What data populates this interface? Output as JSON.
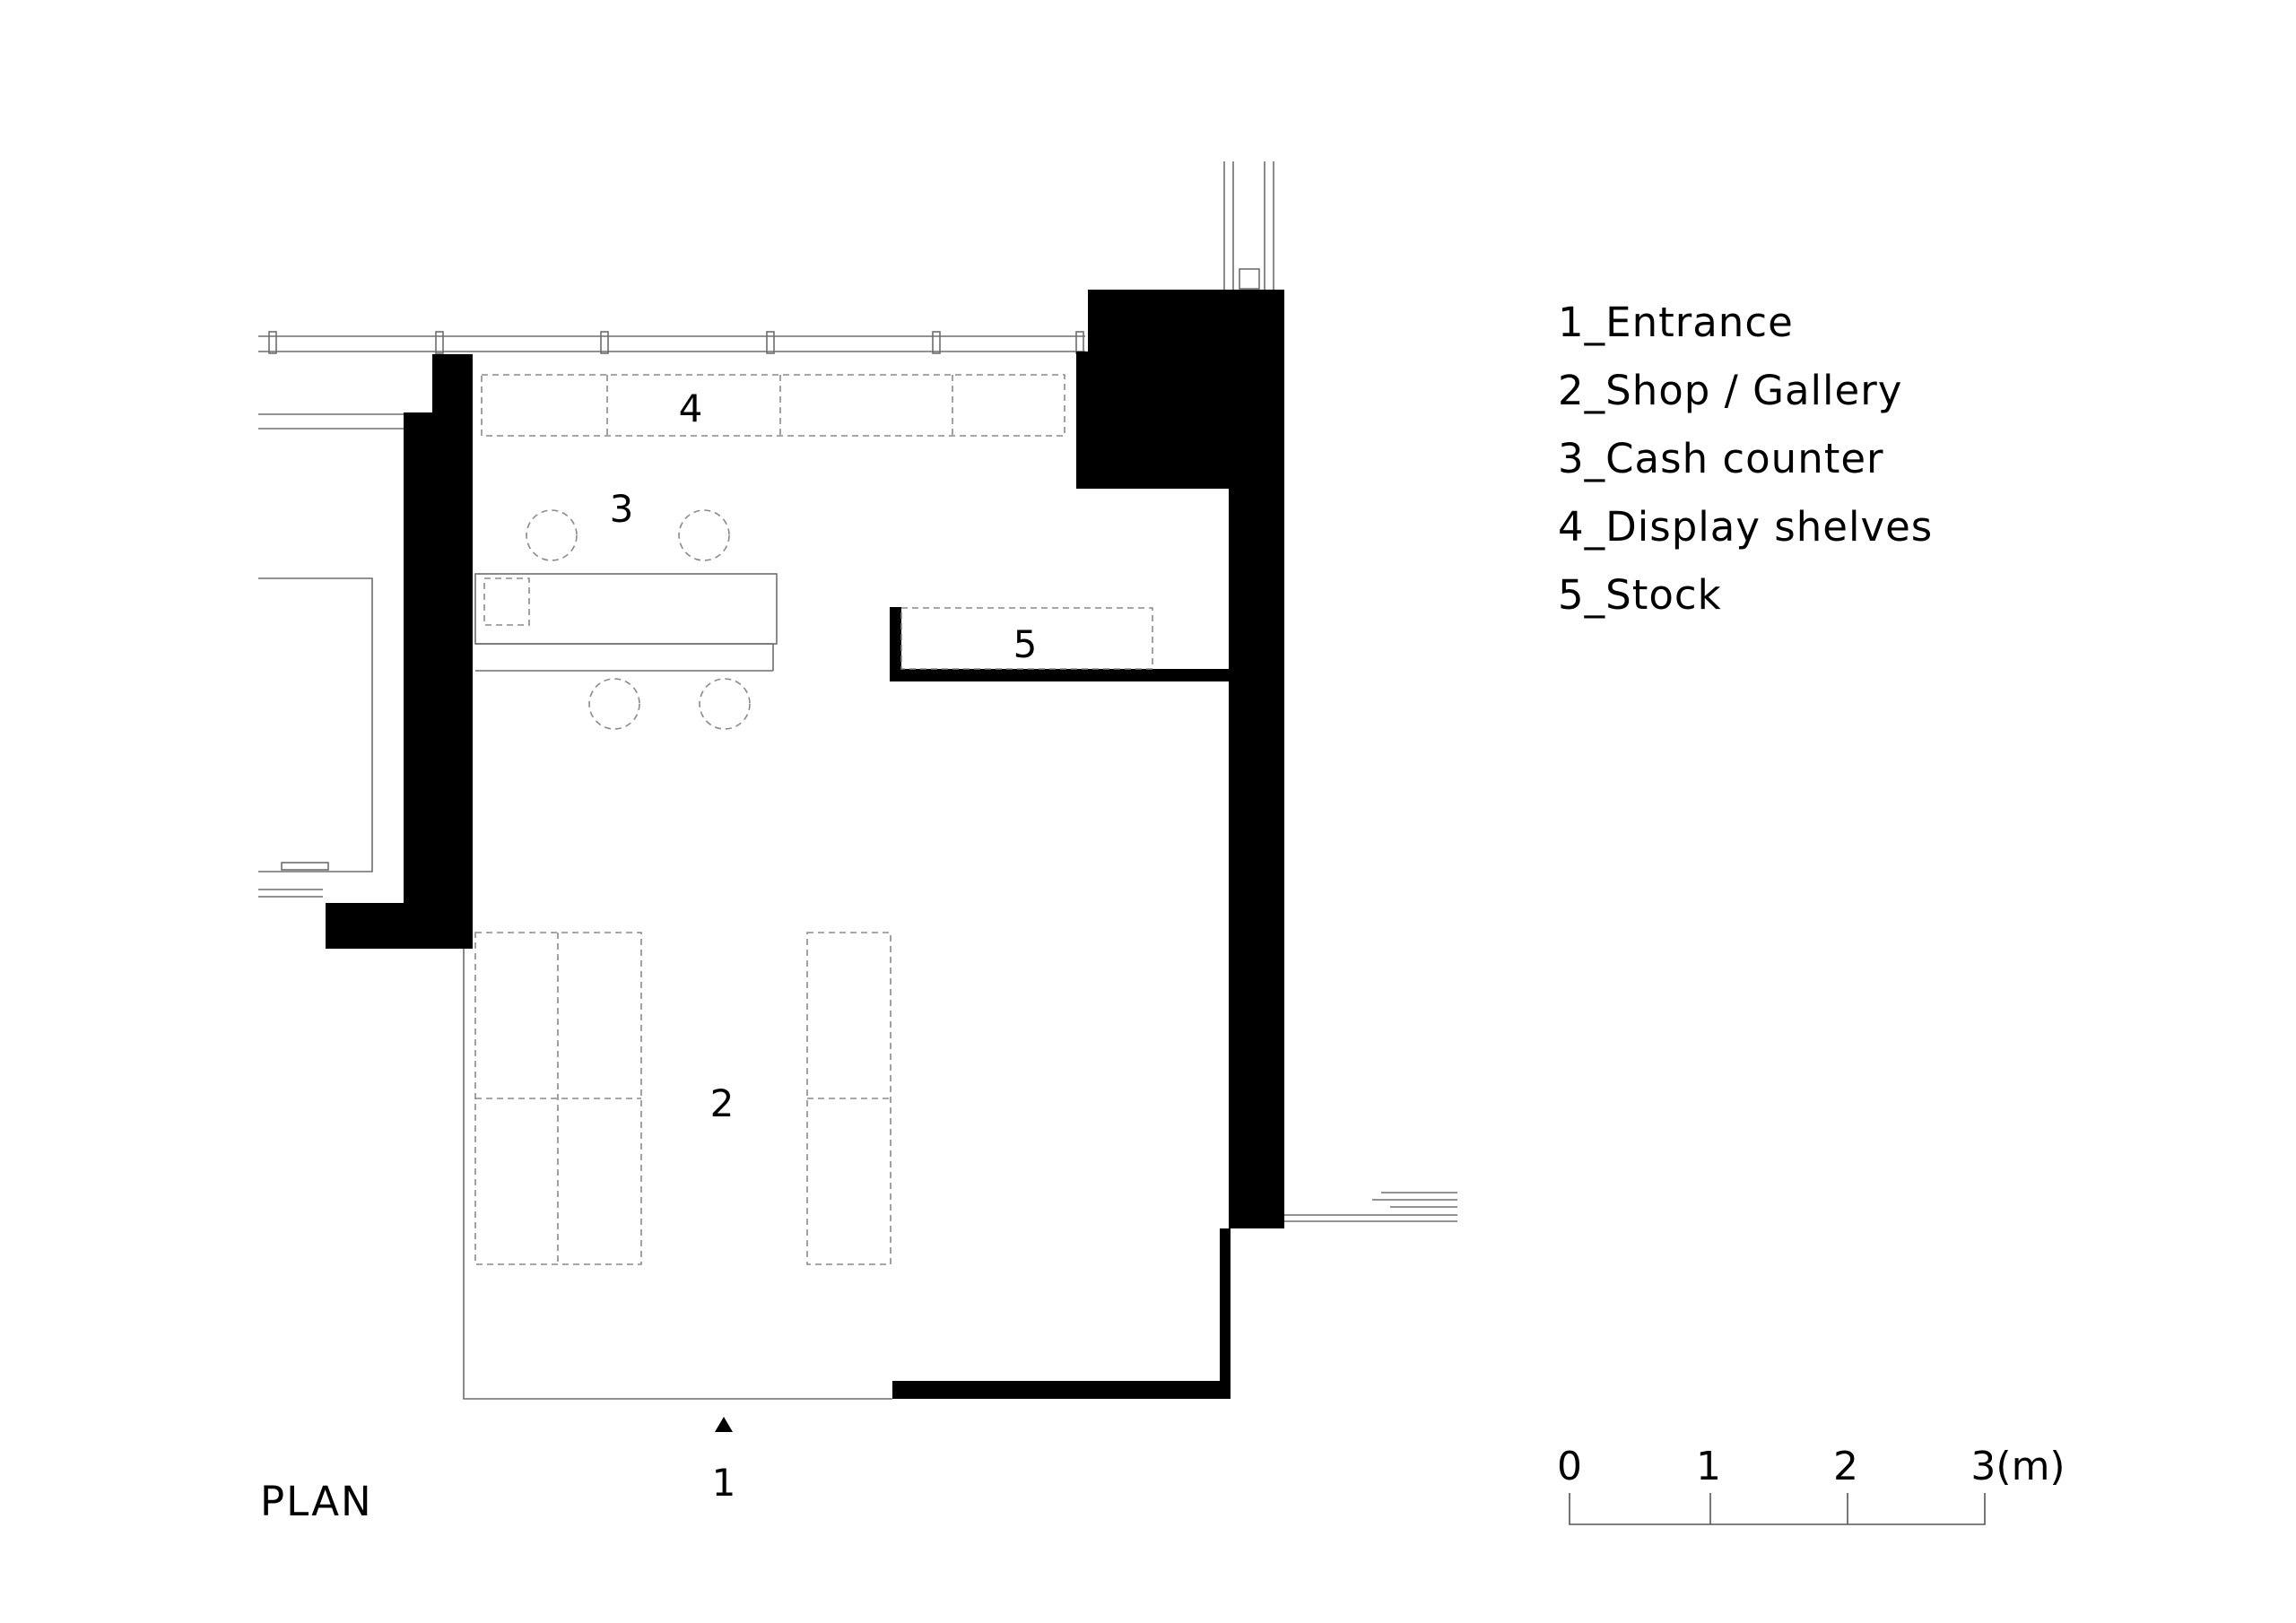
{
  "title": "PLAN",
  "rooms": {
    "entrance": "1",
    "shop_gallery": "2",
    "cash_counter": "3",
    "display_shelves": "4",
    "stock": "5"
  },
  "legend": [
    "1_Entrance",
    "2_Shop / Gallery",
    "3_Cash counter",
    "4_Display shelves",
    "5_Stock"
  ],
  "scale_bar": {
    "ticks": [
      "0",
      "1",
      "2",
      "3(m)"
    ]
  },
  "colors": {
    "wall": "#000000",
    "furniture_dashed": "#8a8a8a",
    "background": "#ffffff"
  },
  "icons": [
    "entrance-arrow-icon"
  ]
}
